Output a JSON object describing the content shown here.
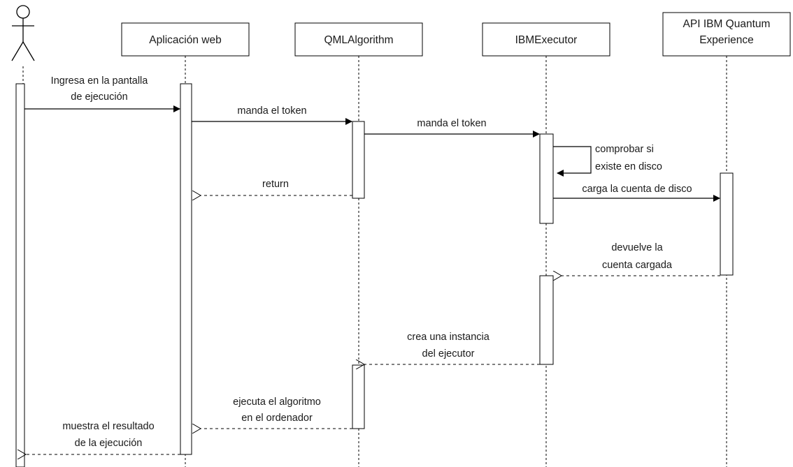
{
  "diagram_type": "sequence",
  "participants": [
    {
      "id": "actor",
      "kind": "actor",
      "label": ""
    },
    {
      "id": "web",
      "kind": "box",
      "label_lines": [
        "Aplicación web"
      ]
    },
    {
      "id": "qml",
      "kind": "box",
      "label_lines": [
        "QMLAlgorithm"
      ]
    },
    {
      "id": "ibm",
      "kind": "box",
      "label_lines": [
        "IBMExecutor"
      ]
    },
    {
      "id": "api",
      "kind": "box",
      "label_lines": [
        "API IBM Quantum",
        "Experience"
      ]
    }
  ],
  "messages": [
    {
      "from": "actor",
      "to": "web",
      "type": "sync",
      "label_lines": [
        "Ingresa en la pantalla",
        "de ejecución"
      ]
    },
    {
      "from": "web",
      "to": "qml",
      "type": "sync",
      "label_lines": [
        "manda el token"
      ]
    },
    {
      "from": "qml",
      "to": "ibm",
      "type": "sync",
      "label_lines": [
        "manda el token"
      ]
    },
    {
      "from": "ibm",
      "to": "ibm",
      "type": "self",
      "label_lines": [
        "comprobar si",
        "existe en disco"
      ]
    },
    {
      "from": "qml",
      "to": "web",
      "type": "return",
      "label_lines": [
        "return"
      ]
    },
    {
      "from": "ibm",
      "to": "api",
      "type": "sync",
      "label_lines": [
        "carga la cuenta de disco"
      ]
    },
    {
      "from": "api",
      "to": "ibm",
      "type": "return",
      "label_lines": [
        "devuelve la",
        "cuenta cargada"
      ]
    },
    {
      "from": "ibm",
      "to": "qml",
      "type": "return",
      "label_lines": [
        "crea una instancia",
        "del ejecutor"
      ]
    },
    {
      "from": "qml",
      "to": "web",
      "type": "return",
      "label_lines": [
        "ejecuta el algoritmo",
        "en el ordenador"
      ]
    },
    {
      "from": "web",
      "to": "actor",
      "type": "return",
      "label_lines": [
        "muestra el resultado",
        "de la ejecución"
      ]
    }
  ],
  "colors": {
    "stroke": "#000000",
    "fill": "#ffffff",
    "text": "#1a1a1a"
  }
}
